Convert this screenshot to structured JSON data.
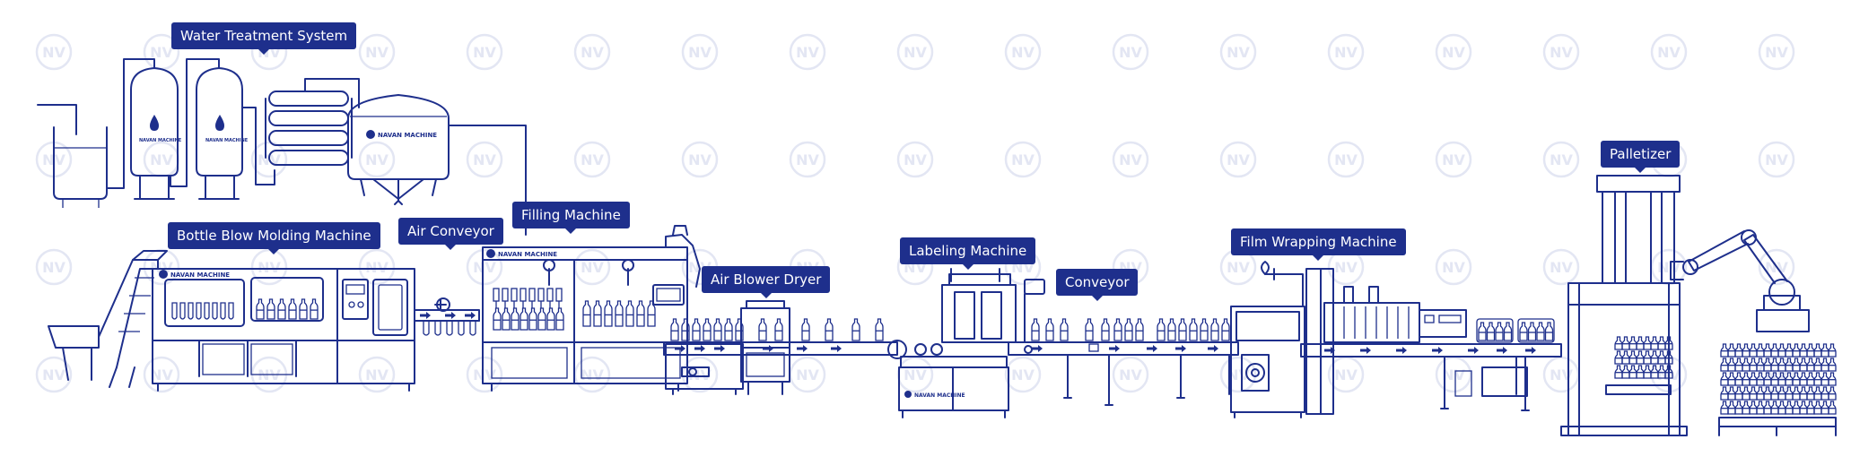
{
  "labels": {
    "water_treatment": "Water Treatment System",
    "blow_molding": "Bottle Blow Molding Machine",
    "air_conveyor": "Air Conveyor",
    "filling": "Filling Machine",
    "air_blower": "Air Blower Dryer",
    "labeling": "Labeling Machine",
    "conveyor": "Conveyor",
    "film_wrapping": "Film Wrapping Machine",
    "palletizer": "Palletizer"
  },
  "branding": {
    "company": "NAVAN MACHINE",
    "watermark": "NV"
  },
  "colors": {
    "line": "#1e2f8c",
    "label_bg": "#1e2f8c",
    "label_text": "#ffffff",
    "watermark": "#e3e6f3",
    "background": "#ffffff"
  }
}
